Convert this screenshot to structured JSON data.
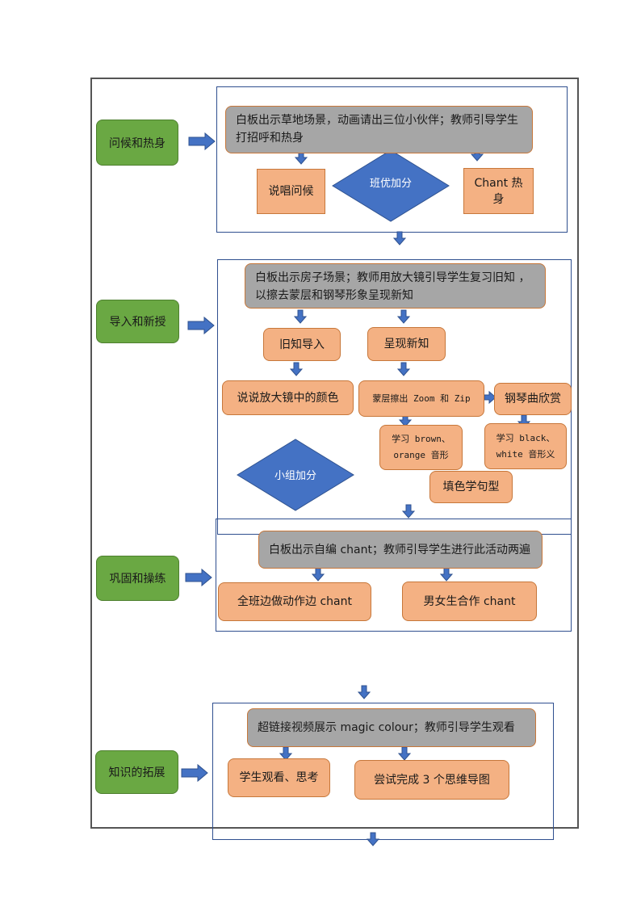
{
  "colors": {
    "green": "#6aa843",
    "gray": "#a6a6a6",
    "orange": "#f4b183",
    "blue": "#4472c4",
    "border": "#2f4f8f"
  },
  "stages": {
    "s1": "问候和热身",
    "s2": "导入和新授",
    "s3": "巩固和操练",
    "s4": "知识的拓展"
  },
  "section1": {
    "main": "白板出示草地场景，动画请出三位小伙伴；教师引导学生打招呼和热身",
    "left": "说唱问候",
    "diamond": "班优加分",
    "right": "Chant 热身"
  },
  "section2": {
    "main": "白板出示房子场景；教师用放大镜引导学生复习旧知 ，以擦去蒙层和钢琴形象呈现新知",
    "old": "旧知导入",
    "new": "呈现新知",
    "color": "说说放大镜中的颜色",
    "zoom": "蒙层擦出 Zoom 和 Zip",
    "piano": "钢琴曲欣赏",
    "brown": "学习 brown、orange 音形",
    "black": "学习 black、white 音形义",
    "diamond": "小组加分",
    "fill": "填色学句型"
  },
  "section3": {
    "main": "白板出示自编 chant；教师引导学生进行此活动两遍",
    "whole": "全班边做动作边 chant",
    "pair": "男女生合作 chant"
  },
  "section4": {
    "main": "超链接视频展示 magic colour；教师引导学生观看",
    "watch": "学生观看、思考",
    "map": "尝试完成 3 个思维导图"
  }
}
